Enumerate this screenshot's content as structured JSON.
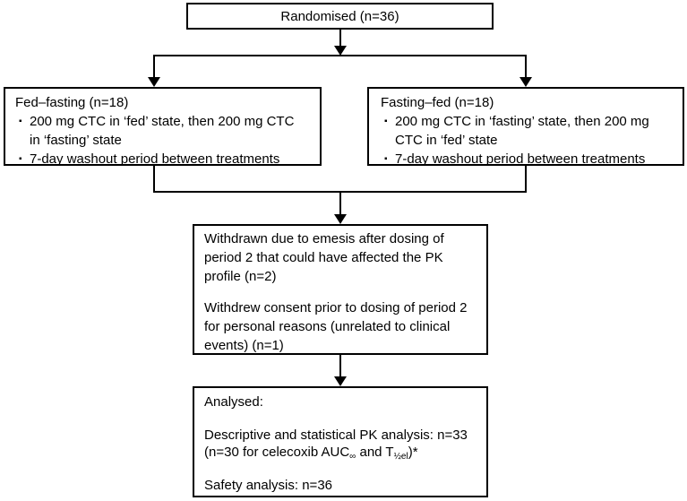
{
  "figure": {
    "type": "flow-diagram",
    "bullet_char": "▪",
    "colors": {
      "line": "#000000",
      "background": "#ffffff",
      "text": "#000000"
    },
    "randomised": {
      "text": "Randomised (n=36)"
    },
    "fed_fasting": {
      "title": "Fed–fasting (n=18)",
      "items": [
        {
          "lines": [
            "200 mg CTC in ‘fed’ state, then 200 mg CTC",
            "in ‘fasting’ state"
          ]
        },
        {
          "lines": [
            "7-day washout period between treatments"
          ]
        }
      ]
    },
    "fasting_fed": {
      "title": "Fasting–fed (n=18)",
      "items": [
        {
          "lines": [
            "200 mg CTC in ‘fasting’ state, then 200 mg",
            "CTC in ‘fed’ state"
          ]
        },
        {
          "lines": [
            "7-day washout period between treatments"
          ]
        }
      ]
    },
    "withdrawn": {
      "para1": "Withdrawn due to emesis after dosing of\nperiod 2 that could have affected the PK\nprofile (n=2)",
      "para2": "Withdrew consent prior to dosing of period 2\nfor personal reasons (unrelated to clinical\nevents) (n=1)"
    },
    "analysed": {
      "line1": "Analysed:",
      "line2": "Descriptive and statistical PK analysis: n=33",
      "line3_pre": "(n=30 for celecoxib AUC",
      "line3_sub1": "∞",
      "line3_mid": " and T",
      "line3_sub2": "½el",
      "line3_post": ")*",
      "line4": "Safety analysis: n=36"
    }
  }
}
